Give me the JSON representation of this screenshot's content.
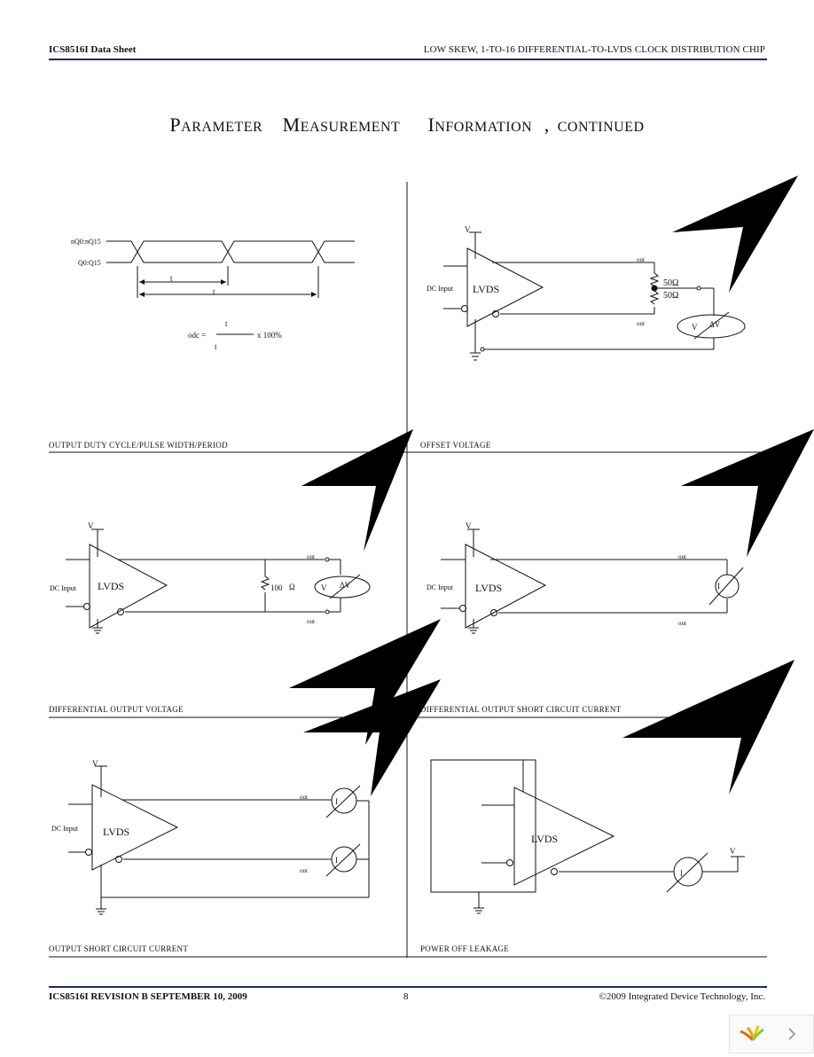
{
  "header": {
    "left": "ICS8516I Data Sheet",
    "right": "LOW SKEW, 1-TO-16 DIFFERENTIAL-TO-LVDS CLOCK DISTRIBUTION CHIP"
  },
  "section_title": {
    "w1_cap": "P",
    "w1_rest": "ARAMETER",
    "w2_cap": "M",
    "w2_rest": "EASUREMENT",
    "w3_cap": "I",
    "w3_rest": "NFORMATION",
    "comma": ",",
    "w4": "CONTINUED"
  },
  "captions": {
    "duty_cycle": "OUTPUT DUTY CYCLE/PULSE WIDTH/PERIOD",
    "offset_voltage": "OFFSET VOLTAGE",
    "differential_output_voltage": "DIFFERENTIAL OUTPUT VOLTAGE",
    "diff_output_short_circuit": "DIFFERENTIAL OUTPUT SHORT CIRCUIT CURRENT",
    "output_short_circuit": "OUTPUT SHORT CIRCUIT CURRENT",
    "power_off_leakage": "POWER OFF LEAKAGE"
  },
  "diagram_labels": {
    "vdd": "V",
    "dc_input": "DC Input",
    "lvds": "LVDS",
    "out": "out",
    "r50": "50Ω",
    "r100": "100",
    "ohm": "Ω",
    "v": "V",
    "delta_v": "ΔV",
    "i": "I",
    "t_pw": "t",
    "t_period": "t",
    "odc_lhs": "odc =",
    "odc_rhs": "x 100%",
    "sig_top": "nQ0:nQ15",
    "sig_bot": "Q0:Q15"
  },
  "footer": {
    "left": "ICS8516I  REVISION B   SEPTEMBER 10, 2009",
    "page": "8",
    "right": "©2009 Integrated Device Technology, Inc."
  },
  "nav": {
    "icon": "chevron-right-icon",
    "logo": "viewer-logo"
  }
}
